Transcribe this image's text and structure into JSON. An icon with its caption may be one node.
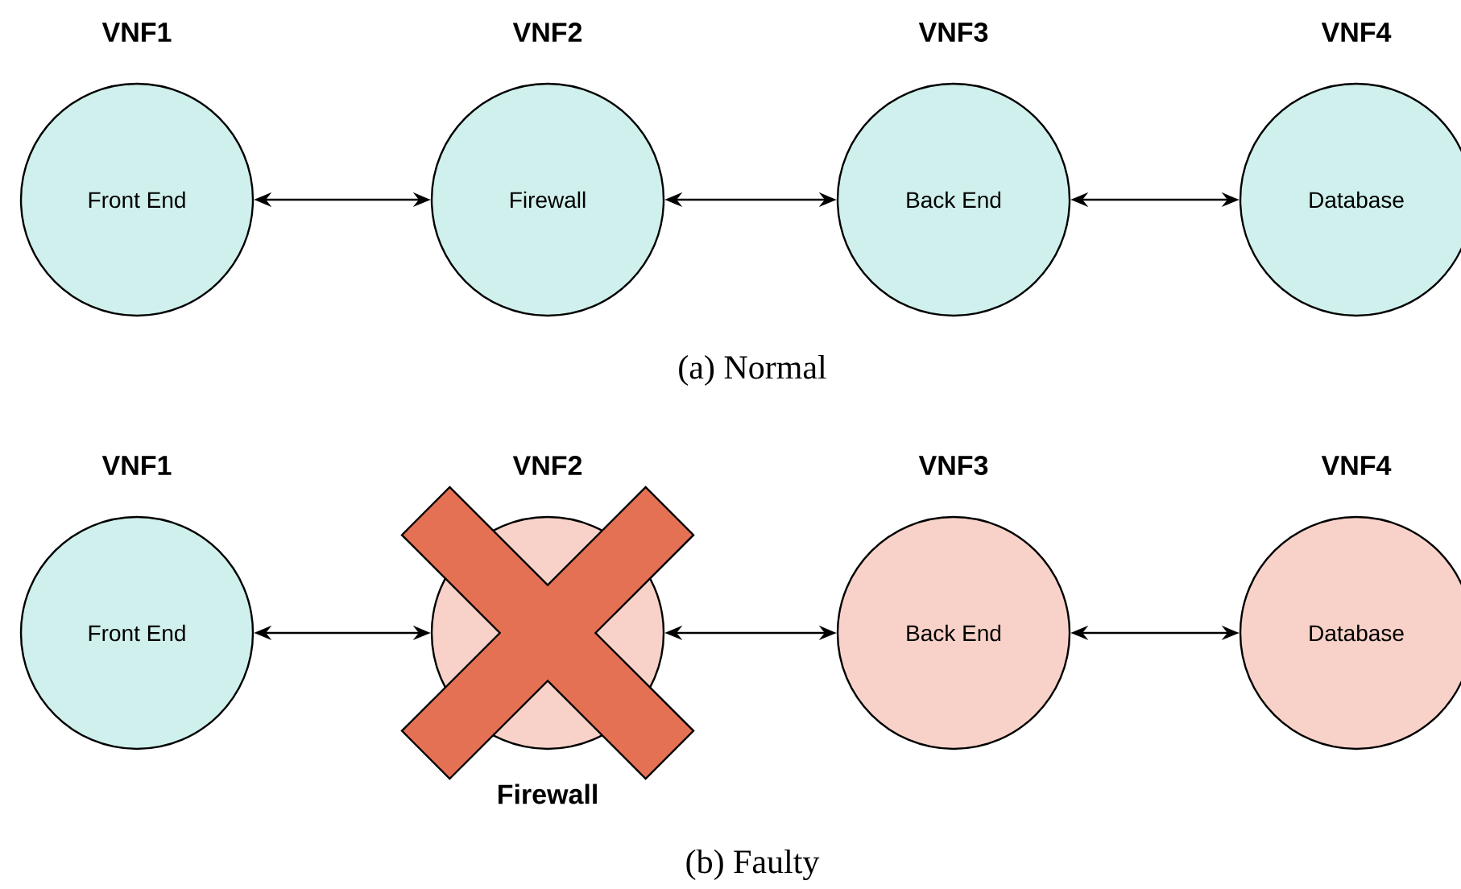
{
  "diagram": {
    "nodes": [
      {
        "text": [
          "VNF1",
          "Front End"
        ]
      },
      {
        "text": [
          "VNF2",
          "Firewall"
        ]
      },
      {
        "text": [
          "VNF3",
          "Back End"
        ]
      },
      {
        "text": [
          "VNF4",
          "Database"
        ]
      },
      {
        "text": [
          "VNF1",
          "Front End"
        ]
      },
      {
        "text": [
          "VNF2"
        ],
        "beside": [
          "Firewall"
        ]
      },
      {
        "text": [
          "VNF3",
          "Back End"
        ]
      },
      {
        "text": [
          "VNF4",
          "Database"
        ]
      }
    ],
    "edges": [
      {
        "from": 0,
        "to": 1,
        "arrow": "both"
      },
      {
        "from": 1,
        "to": 2,
        "arrow": "both"
      },
      {
        "from": 2,
        "to": 3,
        "arrow": "both"
      },
      {
        "from": 4,
        "to": 5,
        "arrow": "both"
      },
      {
        "from": 5,
        "to": 6,
        "arrow": "both"
      },
      {
        "from": 6,
        "to": 7,
        "arrow": "both"
      }
    ],
    "labels": [
      "(a) Normal",
      "(b) Faulty"
    ]
  }
}
